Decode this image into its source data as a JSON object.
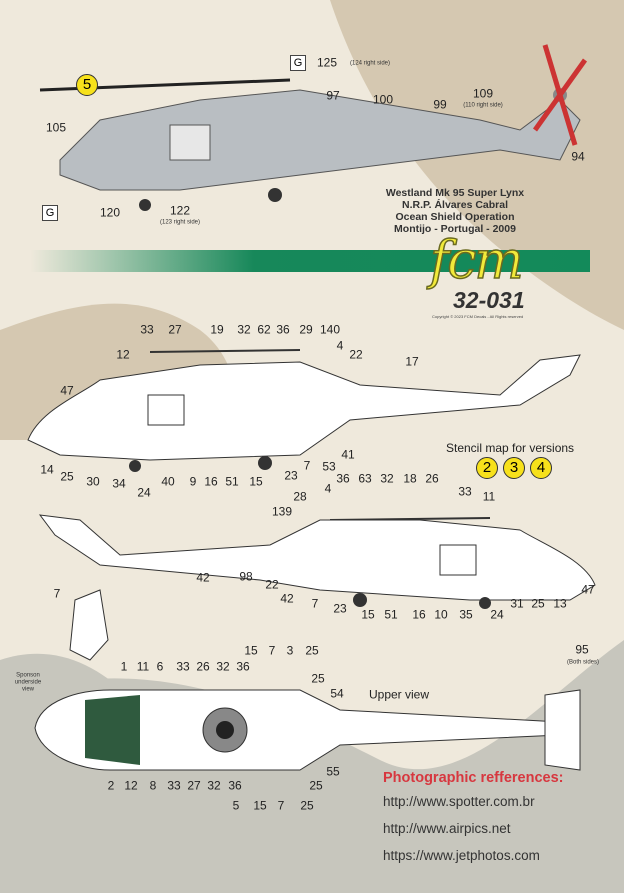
{
  "caption": [
    "Westland Mk 95 Super Lynx",
    "N.R.P. Álvares Cabral",
    "Ocean Shield Operation",
    "Montijo - Portugal - 2009"
  ],
  "logo": "fcm",
  "code": "32-031",
  "copyright": "Copyright © 2023 FCM Decals - All Rights reserved",
  "stencil_title": "Stencil map for versions",
  "versions": [
    "2",
    "3",
    "4"
  ],
  "top_profile": {
    "badge": "5",
    "g1": "G",
    "g2": "G",
    "labels": [
      "125",
      "97",
      "100",
      "99",
      "109",
      "105",
      "94",
      "120",
      "122"
    ],
    "notes": [
      "(124 right side)",
      "(110 right side)",
      "(123 right side)"
    ]
  },
  "profile_left": [
    "33",
    "27",
    "19",
    "32",
    "62",
    "36",
    "29",
    "140",
    "4",
    "22",
    "12",
    "17",
    "47",
    "41",
    "53",
    "14",
    "25",
    "30",
    "34",
    "24",
    "40",
    "9",
    "16",
    "51",
    "15",
    "23",
    "7"
  ],
  "profile_right": [
    "28",
    "36",
    "63",
    "32",
    "18",
    "26",
    "4",
    "33",
    "11",
    "139",
    "42",
    "98",
    "22",
    "42",
    "7",
    "23",
    "15",
    "51",
    "16",
    "10",
    "35",
    "24",
    "31",
    "25",
    "13",
    "47"
  ],
  "sponson": {
    "label": "7",
    "note": "Sponson underside view"
  },
  "upper": {
    "title": "Upper view",
    "labels": [
      "15",
      "7",
      "3",
      "25",
      "36",
      "1",
      "11",
      "6",
      "33",
      "26",
      "32",
      "25",
      "54",
      "95",
      "55",
      "2",
      "12",
      "8",
      "33",
      "27",
      "32",
      "36",
      "25",
      "5",
      "15",
      "7",
      "25"
    ],
    "note": "(Both sides)"
  },
  "references": {
    "title": "Photographic refferences:",
    "links": [
      "http://www.spotter.com.br",
      "http://www.airpics.net",
      "https://www.jetphotos.com"
    ]
  }
}
